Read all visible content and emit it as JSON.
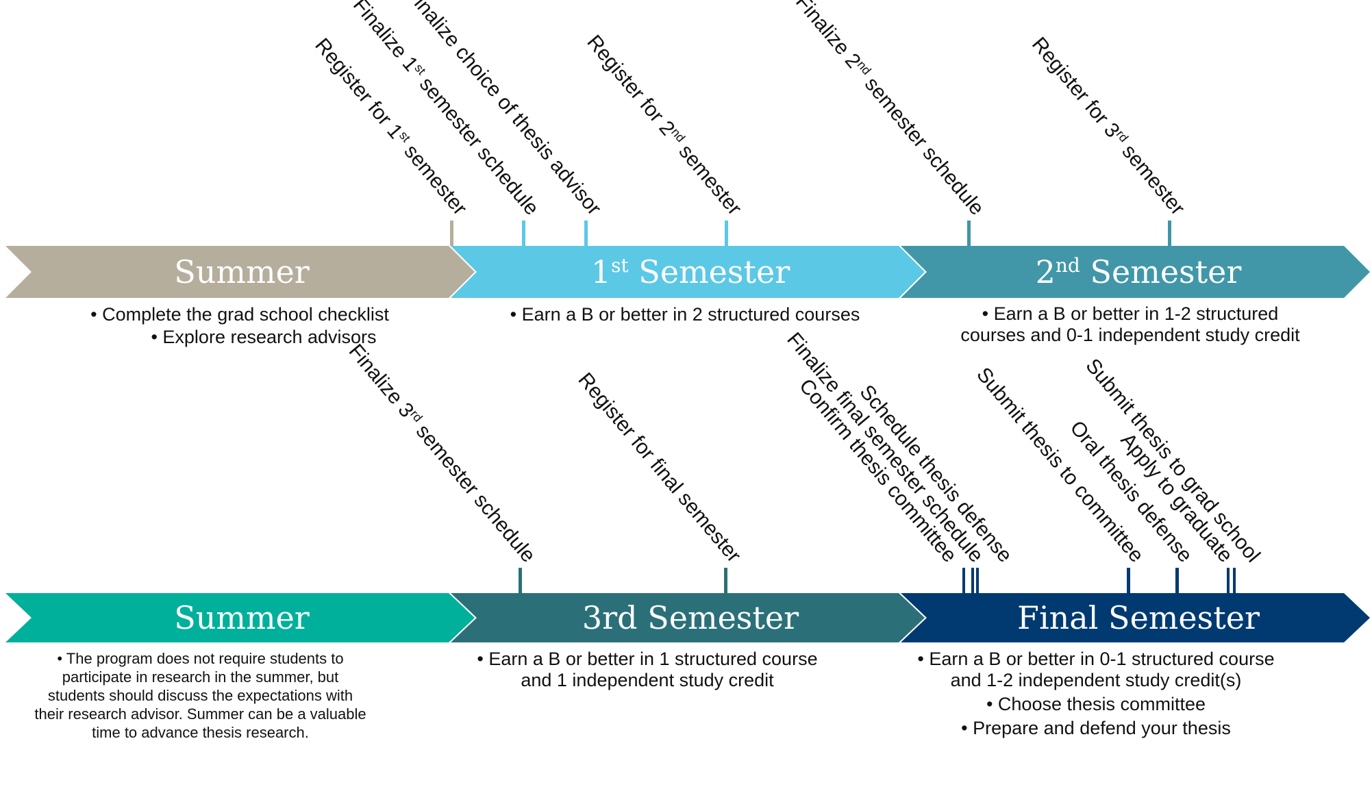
{
  "colors": {
    "summer1": "#b5ae9c",
    "semester1": "#5bc8e6",
    "semester2": "#4197a8",
    "summer2": "#00b09a",
    "semester3": "#2b7078",
    "final": "#003a70",
    "tick_summer1": "#b5ae9c",
    "tick_sem1": "#5bc8e6",
    "tick_sem2": "#3f96a7",
    "tick_sem3": "#2b7078",
    "tick_final": "#003a70"
  },
  "row1": {
    "summer": {
      "label": "Summer"
    },
    "semester1": {
      "label_prefix": "1",
      "label_sup": "st",
      "label_suffix": " Semester"
    },
    "semester2": {
      "label_prefix": "2",
      "label_sup": "nd",
      "label_suffix": " Semester"
    },
    "summer_desc": [
      "• Complete the grad school checklist",
      "• Explore research advisors"
    ],
    "semester1_desc": [
      "• Earn a B or better in 2 structured courses"
    ],
    "semester2_desc": [
      "• Earn a B or better in 1-2 structured",
      "courses and 0-1 independent study credit"
    ],
    "milestones": {
      "reg1": {
        "pre": "Register for 1",
        "sup": "st",
        "post": " semester"
      },
      "fin1": {
        "pre": "Finalize 1",
        "sup": "st",
        "post": " semester schedule"
      },
      "advisor": {
        "text": "Finalize choice of thesis advisor"
      },
      "reg2": {
        "pre": "Register for 2",
        "sup": "nd",
        "post": " semester"
      },
      "fin2": {
        "pre": "Finalize 2",
        "sup": "nd",
        "post": " semester schedule"
      },
      "reg3": {
        "pre": "Register for 3",
        "sup": "rd",
        "post": " semester"
      }
    }
  },
  "row2": {
    "summer": {
      "label": "Summer"
    },
    "semester3": {
      "label": "3rd Semester"
    },
    "final": {
      "label": "Final Semester"
    },
    "summer_desc": [
      "• The program does not require students to",
      "participate in research in the summer, but",
      "students should discuss the expectations with",
      "their research advisor. Summer can be a valuable",
      "time to advance thesis research."
    ],
    "semester3_desc": [
      "• Earn a B or better in 1 structured course",
      "and 1 independent study credit"
    ],
    "final_desc": [
      "• Earn a B or better in 0-1 structured course",
      "and 1-2 independent study credit(s)",
      "• Choose thesis committee",
      "• Prepare and defend your thesis"
    ],
    "milestones": {
      "fin3": {
        "pre": "Finalize 3",
        "sup": "rd",
        "post": " semester schedule"
      },
      "regfinal": {
        "text": "Register for final semester"
      },
      "finfinal": {
        "text": "Finalize final semester schedule"
      },
      "schedule_defense": {
        "text": "Schedule thesis defense"
      },
      "confirm_committee": {
        "text": "Confirm thesis committee"
      },
      "submit_committee": {
        "text": "Submit thesis to committee"
      },
      "oral_defense": {
        "text": "Oral thesis defense"
      },
      "apply_graduate": {
        "text": "Apply to graduate"
      },
      "submit_grad": {
        "text": "Submit thesis to grad school"
      }
    }
  }
}
